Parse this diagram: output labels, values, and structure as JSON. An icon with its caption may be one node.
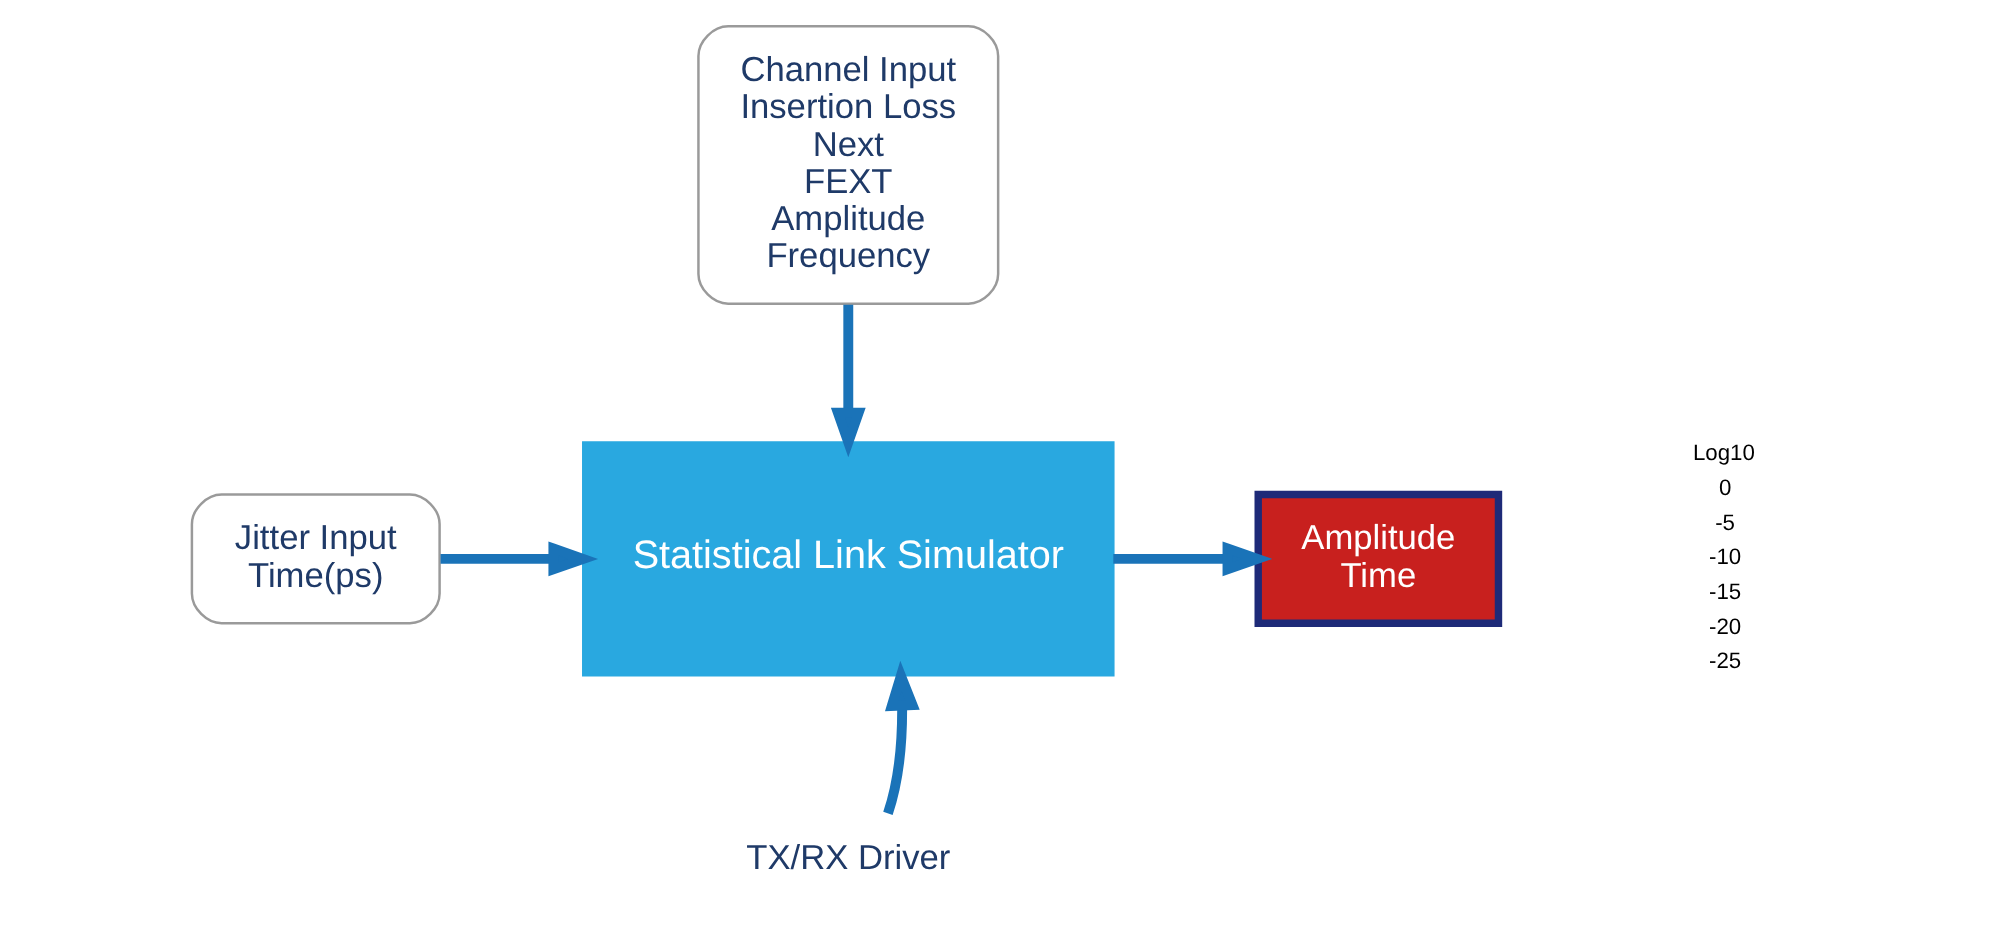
{
  "diagram": {
    "nodes": [
      {
        "text": [
          "Channel Input",
          "Insertion Loss",
          "Next",
          "FEXT",
          "Amplitude",
          "Frequency"
        ]
      },
      {
        "text": [
          "Jitter Input",
          "Time(ps)"
        ]
      },
      {
        "text": [
          "Statistical Link Simulator"
        ]
      },
      {
        "text": [
          "Amplitude",
          "Time"
        ]
      },
      {
        "text": [
          "TX/RX Driver"
        ]
      }
    ],
    "edges": [
      {
        "from": 0,
        "to": 2,
        "arrow": "to"
      },
      {
        "from": 1,
        "to": 2,
        "arrow": "to"
      },
      {
        "from": 2,
        "to": 3,
        "arrow": "to"
      },
      {
        "from": 4,
        "to": 2,
        "arrow": "to"
      }
    ],
    "labels": [
      "Log10",
      "0",
      "-5",
      "-10",
      "-15",
      "-20",
      "-25"
    ]
  }
}
